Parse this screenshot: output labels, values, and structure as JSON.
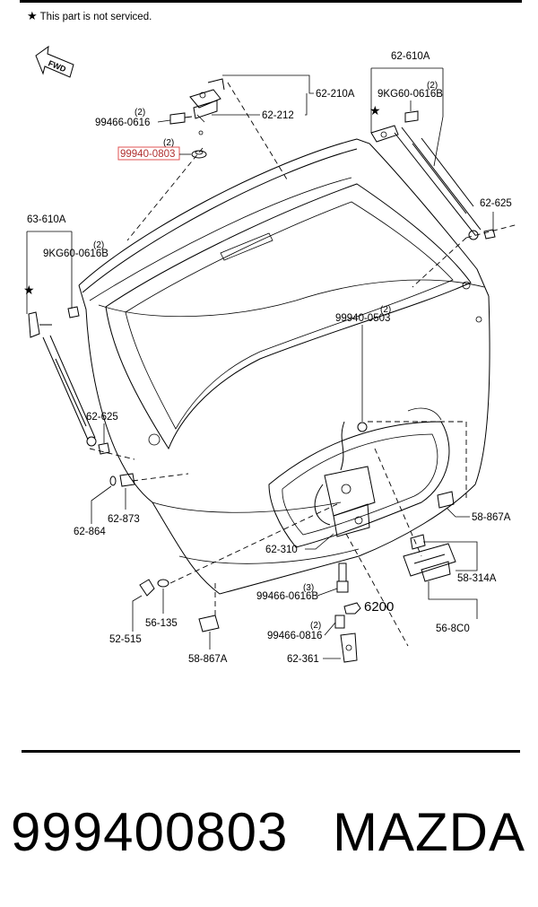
{
  "header": {
    "note_star": "★",
    "note_text": "This part is not serviced."
  },
  "diagram": {
    "fwd_label": "FWD",
    "highlight_color": "#e05050",
    "star": "★",
    "callouts": {
      "p62_210A": "62-210A",
      "p62_212": "62-212",
      "p99466_0616_top": "99466-0616",
      "p99466_0616_top_qty": "(2)",
      "p99940_0803": "99940-0803",
      "p99940_0803_qty": "(2)",
      "p62_610A": "62-610A",
      "p9KG60_0616B_right": "9KG60-0616B",
      "p9KG60_0616B_right_qty": "(2)",
      "p62_625_right": "62-625",
      "p63_610A": "63-610A",
      "p9KG60_0616B_left": "9KG60-0616B",
      "p9KG60_0616B_left_qty": "(2)",
      "p99940_0503": "99940-0503",
      "p99940_0503_qty": "(2)",
      "p62_625_left": "62-625",
      "p62_873": "62-873",
      "p62_864": "62-864",
      "p58_867A_right": "58-867A",
      "p62_310": "62-310",
      "p58_314A": "58-314A",
      "p99466_0616B": "99466-0616B",
      "p99466_0616B_qty": "(3)",
      "p6200": "6200",
      "p56_8C0": "56-8C0",
      "p52_515": "52-515",
      "p56_135": "56-135",
      "p99466_0816": "99466-0816",
      "p99466_0816_qty": "(2)",
      "p58_867A_bottom": "58-867A",
      "p62_361": "62-361"
    }
  },
  "footer": {
    "part_number": "999400803",
    "brand": "MAZDA"
  }
}
